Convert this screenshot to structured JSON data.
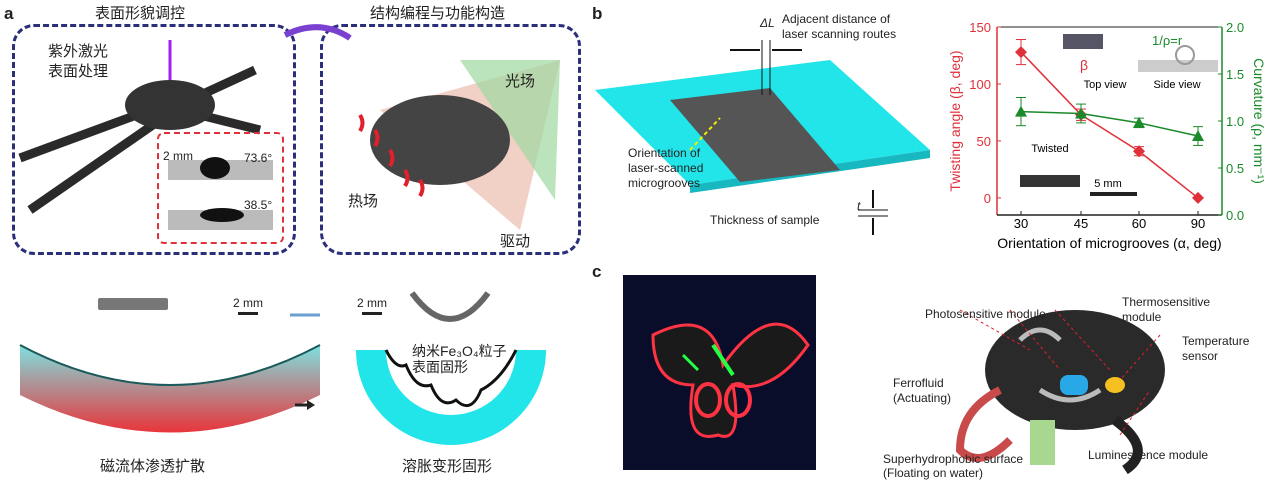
{
  "panels": {
    "a": "a",
    "b": "b",
    "c": "c"
  },
  "a": {
    "title_left": "表面形貌调控",
    "title_right": "结构编程与功能构造",
    "laser_label_1": "紫外激光",
    "laser_label_2": "表面处理",
    "scale": "2 mm",
    "angle_1": "73.6°",
    "angle_2": "38.5°",
    "light_field": "光场",
    "heat_field": "热场",
    "drive": "驱动",
    "scale_2": "2 mm",
    "scale_3": "2 mm",
    "nano_1": "纳米Fe₃O₄粒子",
    "nano_2": "表面固形",
    "ferrofluid": "磁流体渗透扩散",
    "swell": "溶胀变形固形"
  },
  "b": {
    "delta_L": "ΔL",
    "adjacent_1": "Adjacent distance of",
    "adjacent_2": "laser scanning routes",
    "orient_1": "Orientation of",
    "orient_2": "laser-scanned",
    "orient_3": "microgrooves",
    "t": "t",
    "thickness": "Thickness of sample",
    "inset_beta": "β",
    "top_view": "Top view",
    "side_view": "Side view",
    "rho": "1/ρ=r",
    "twisted": "Twisted",
    "scale": "5 mm"
  },
  "c": {
    "photo": "Photosensitive module",
    "thermo_1": "Thermosensitive",
    "thermo_2": "module",
    "temp_1": "Temperature",
    "temp_2": "sensor",
    "ferro_1": "Ferrofluid",
    "ferro_2": "(Actuating)",
    "super_1": "Superhydrophobic surface",
    "super_2": "(Floating on water)",
    "lumi": "Luminescence module"
  },
  "colors": {
    "red": "#e0303a",
    "green": "#1a8a2a",
    "cyan": "#22e5ea",
    "navy": "#2b2f7a"
  },
  "chart_data": {
    "type": "line",
    "categories": [
      "30",
      "45",
      "60",
      "90"
    ],
    "xlabel": "Orientation of microgrooves (α, deg)",
    "ylabel": "Twisting angle (β, deg)",
    "y2label": "Curvature (ρ, mm⁻¹)",
    "ylim": [
      -15,
      150
    ],
    "y2lim": [
      0,
      2.0
    ],
    "yticks": [
      "0",
      "50",
      "100",
      "150"
    ],
    "y2ticks": [
      "0.0",
      "0.5",
      "1.0",
      "1.5",
      "2.0"
    ],
    "series": [
      {
        "name": "Twisting angle",
        "axis": "left",
        "color": "#e0303a",
        "values": [
          128,
          73,
          41,
          0
        ],
        "errors": [
          11,
          5,
          4,
          0
        ]
      },
      {
        "name": "Curvature",
        "axis": "right",
        "color": "#1a8a2a",
        "values": [
          1.1,
          1.08,
          0.98,
          0.84
        ],
        "errors": [
          0.15,
          0.1,
          0.05,
          0.1
        ]
      }
    ]
  }
}
